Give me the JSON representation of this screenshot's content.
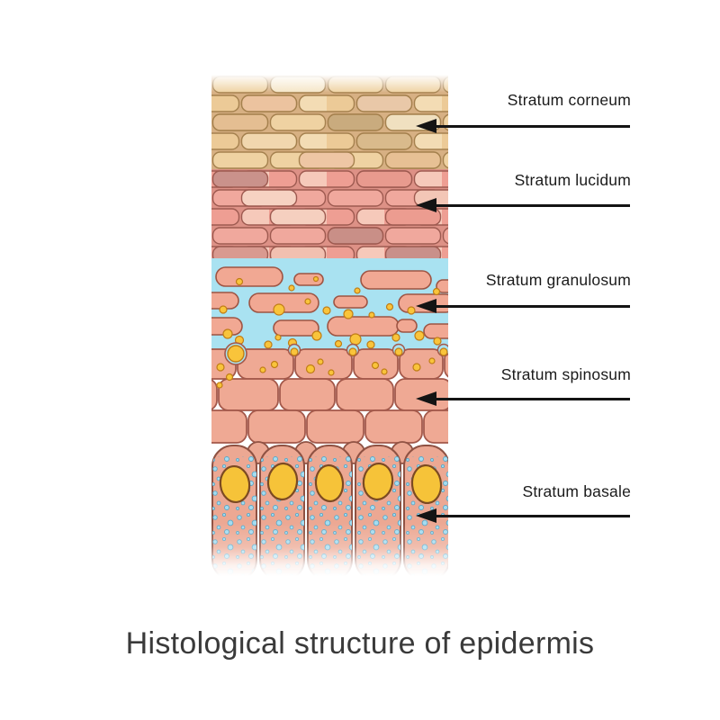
{
  "figure": {
    "title": "Histological structure of epidermis",
    "title_color": "#3a3a3a",
    "arrow_color": "#141414",
    "label_color": "#1b1b1b",
    "layers": [
      {
        "label": "Stratum corneum",
        "cell_fill": "#efd2a2",
        "outline": "#a5814e",
        "mortar": "#d7b083"
      },
      {
        "label": "Stratum lucidum",
        "cell_fill": "#f0a89d",
        "outline": "#9e5a50",
        "mortar": "#dd9186"
      },
      {
        "label": "Stratum granulosum",
        "cell_fill": "#f1a893",
        "outline": "#9e5443",
        "background": "#a9e2f1",
        "granule_fill": "#f9c43b",
        "granule_outline": "#c07d16"
      },
      {
        "label": "Stratum spinosum",
        "cell_fill": "#efa994",
        "outline": "#a3584a",
        "granule_fill": "#f9c43b"
      },
      {
        "label": "Stratum basale",
        "cell_fill": "#eca893",
        "outline": "#8f5243",
        "nucleus_fill": "#f6c339",
        "nucleus_outline": "#7c4a22",
        "dot_fill": "#a5dcf0",
        "dot_outline": "#5aa7c8"
      }
    ]
  }
}
